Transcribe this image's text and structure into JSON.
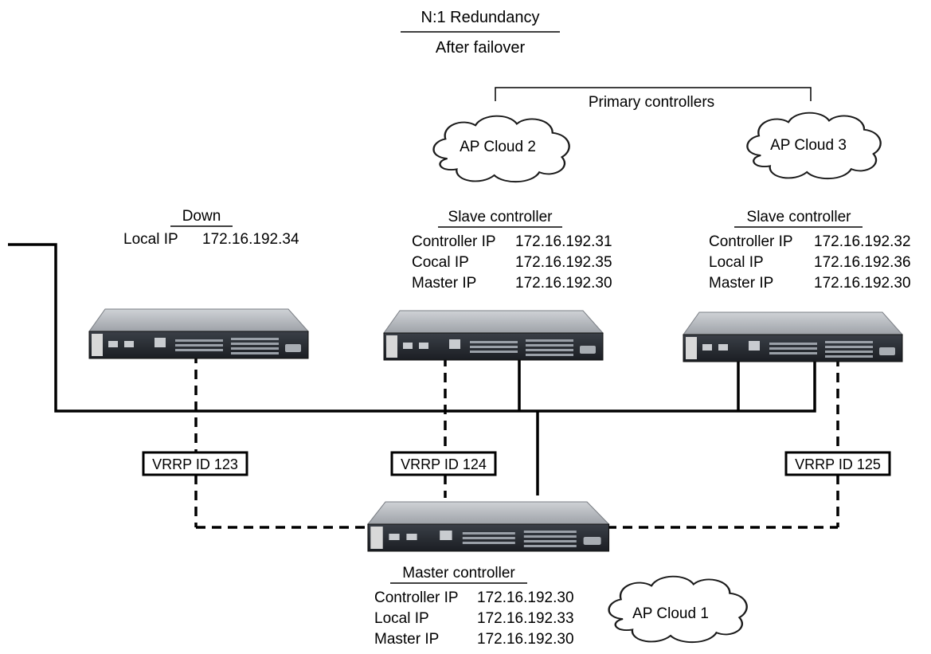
{
  "title": {
    "line1": "N:1 Redundancy",
    "line2": "After failover"
  },
  "primary_label": "Primary controllers",
  "clouds": {
    "cloud2": "AP Cloud 2",
    "cloud3": "AP Cloud 3",
    "cloud1": "AP Cloud 1"
  },
  "controllers": {
    "down": {
      "heading": "Down",
      "rows": [
        {
          "key": "Local IP",
          "value": "172.16.192.34"
        }
      ]
    },
    "slave1": {
      "heading": "Slave controller",
      "rows": [
        {
          "key": "Controller IP",
          "value": "172.16.192.31"
        },
        {
          "key": "Cocal IP",
          "value": "172.16.192.35"
        },
        {
          "key": "Master IP",
          "value": "172.16.192.30"
        }
      ]
    },
    "slave2": {
      "heading": "Slave controller",
      "rows": [
        {
          "key": "Controller IP",
          "value": "172.16.192.32"
        },
        {
          "key": "Local IP",
          "value": "172.16.192.36"
        },
        {
          "key": "Master IP",
          "value": "172.16.192.30"
        }
      ]
    },
    "master": {
      "heading": "Master controller",
      "rows": [
        {
          "key": "Controller IP",
          "value": "172.16.192.30"
        },
        {
          "key": "Local IP",
          "value": "172.16.192.33"
        },
        {
          "key": "Master IP",
          "value": "172.16.192.30"
        }
      ]
    }
  },
  "vrrp": {
    "a": "VRRP ID 123",
    "b": "VRRP ID 124",
    "c": "VRRP ID 125"
  }
}
